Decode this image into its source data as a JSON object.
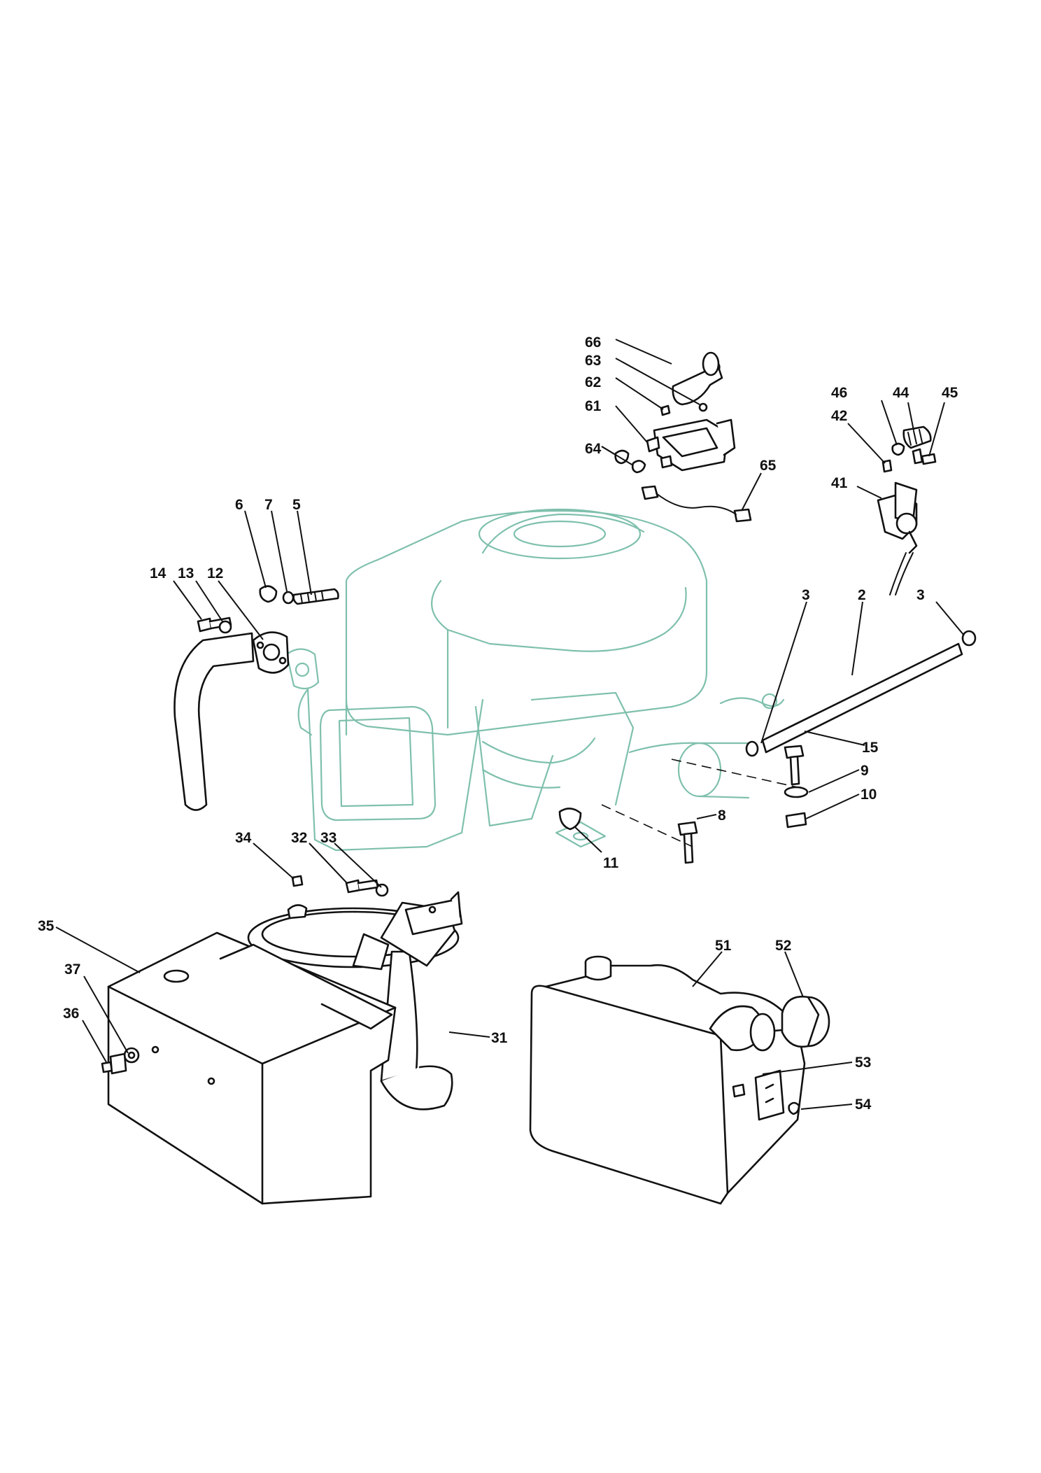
{
  "callouts": [
    {
      "id": "c66",
      "label": "66"
    },
    {
      "id": "c63",
      "label": "63"
    },
    {
      "id": "c62",
      "label": "62"
    },
    {
      "id": "c61",
      "label": "61"
    },
    {
      "id": "c64",
      "label": "64"
    },
    {
      "id": "c65",
      "label": "65"
    },
    {
      "id": "c46",
      "label": "46"
    },
    {
      "id": "c44",
      "label": "44"
    },
    {
      "id": "c45",
      "label": "45"
    },
    {
      "id": "c42",
      "label": "42"
    },
    {
      "id": "c41",
      "label": "41"
    },
    {
      "id": "c6",
      "label": "6"
    },
    {
      "id": "c7",
      "label": "7"
    },
    {
      "id": "c5",
      "label": "5"
    },
    {
      "id": "c14",
      "label": "14"
    },
    {
      "id": "c13",
      "label": "13"
    },
    {
      "id": "c12",
      "label": "12"
    },
    {
      "id": "c3a",
      "label": "3"
    },
    {
      "id": "c2",
      "label": "2"
    },
    {
      "id": "c3b",
      "label": "3"
    },
    {
      "id": "c15",
      "label": "15"
    },
    {
      "id": "c9",
      "label": "9"
    },
    {
      "id": "c10",
      "label": "10"
    },
    {
      "id": "c8",
      "label": "8"
    },
    {
      "id": "c11",
      "label": "11"
    },
    {
      "id": "c34",
      "label": "34"
    },
    {
      "id": "c32",
      "label": "32"
    },
    {
      "id": "c33",
      "label": "33"
    },
    {
      "id": "c35",
      "label": "35"
    },
    {
      "id": "c37",
      "label": "37"
    },
    {
      "id": "c36",
      "label": "36"
    },
    {
      "id": "c31",
      "label": "31"
    },
    {
      "id": "c51",
      "label": "51"
    },
    {
      "id": "c52",
      "label": "52"
    },
    {
      "id": "c53",
      "label": "53"
    },
    {
      "id": "c54",
      "label": "54"
    }
  ]
}
